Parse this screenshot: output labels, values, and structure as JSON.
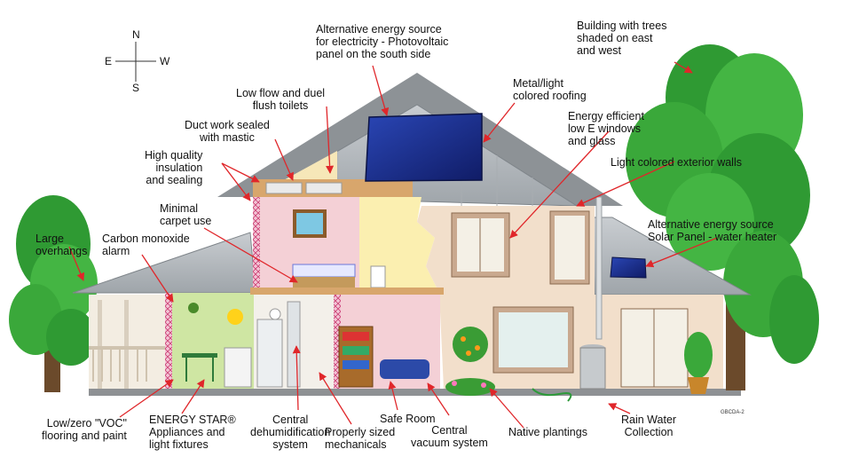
{
  "compass": {
    "n": "N",
    "s": "S",
    "e": "E",
    "w": "W"
  },
  "labels": {
    "pv": "Alternative energy source\nfor electricity - Photovoltaic\npanel on the south side",
    "trees": "Building with trees\nshaded on east\nand west",
    "toilets": "Low flow and duel\nflush toilets",
    "roofing": "Metal/light\ncolored roofing",
    "duct": "Duct work sealed\nwith mastic",
    "windows": "Energy efficient\nlow E windows\nand glass",
    "insulation": "High quality\ninsulation\nand sealing",
    "walls": "Light colored exterior walls",
    "carpet": "Minimal\ncarpet use",
    "solar_water": "Alternative energy source\nSolar Panel - water heater",
    "overhangs": "Large\noverhangs",
    "co_alarm": "Carbon monoxide\nalarm",
    "voc": "Low/zero \"VOC\"\nflooring and paint",
    "energy_star": "ENERGY STAR®\nAppliances and\nlight fixtures",
    "dehumid": "Central\ndehumidification\nsystem",
    "mechanicals": "Properly sized\nmechanicals",
    "safe_room": "Safe Room",
    "vacuum": "Central\nvacuum system",
    "plantings": "Native plantings",
    "rain": "Rain Water\nCollection"
  },
  "image_code": "GBCDA-2",
  "colors": {
    "arrow": "#e0262a",
    "roof": "#b7bcc0",
    "wall": "#f1ddc9",
    "tree": "#3cae3c",
    "panel": "#1c2f8c"
  }
}
